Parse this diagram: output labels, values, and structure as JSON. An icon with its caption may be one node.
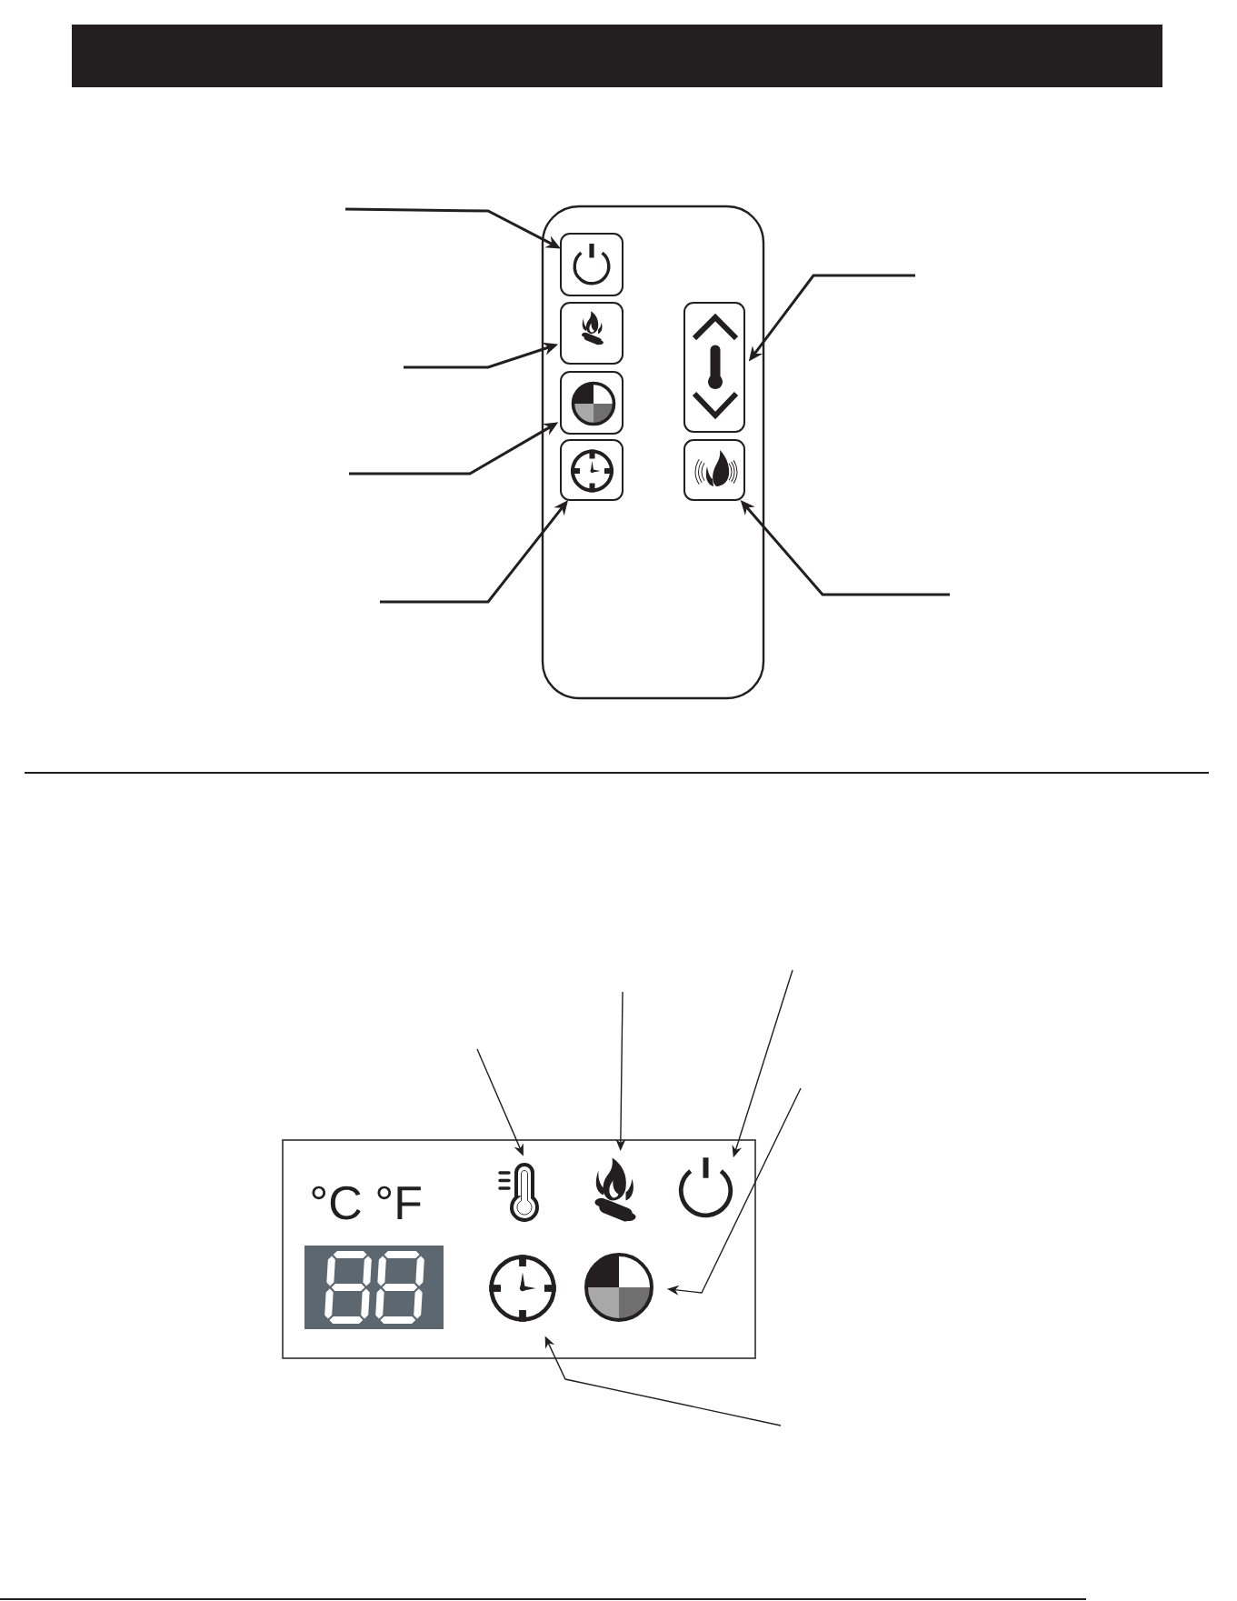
{
  "diagram": {
    "nodes": [
      {
        "text": [],
        "shape": "box"
      },
      {
        "text": [],
        "shape": "box",
        "in": 0
      },
      {
        "text": [],
        "shape": "box",
        "in": 0
      },
      {
        "text": [],
        "shape": "box",
        "in": 0
      },
      {
        "text": [],
        "shape": "box",
        "in": 0
      },
      {
        "text": [],
        "shape": "box",
        "in": 0
      },
      {
        "text": [],
        "shape": "box",
        "in": 0
      },
      {
        "text": [],
        "shape": "box"
      },
      {
        "text": [],
        "shape": "picture",
        "in": 7
      },
      {
        "text": [],
        "shape": "picture",
        "in": 7
      },
      {
        "text": [],
        "shape": "picture",
        "in": 7
      },
      {
        "text": [],
        "shape": "picture",
        "in": 7
      },
      {
        "text": [],
        "shape": "picture",
        "in": 7
      }
    ],
    "edges": [
      {
        "from": null,
        "to": 1,
        "arrow": "to"
      },
      {
        "from": null,
        "to": 2,
        "arrow": "to"
      },
      {
        "from": null,
        "to": 3,
        "arrow": "to"
      },
      {
        "from": null,
        "to": 4,
        "arrow": "to"
      },
      {
        "from": null,
        "to": 5,
        "arrow": "to"
      },
      {
        "from": null,
        "to": 6,
        "arrow": "to"
      },
      {
        "from": null,
        "to": 8,
        "arrow": "to"
      },
      {
        "from": null,
        "to": 9,
        "arrow": "to"
      },
      {
        "from": null,
        "to": 10,
        "arrow": "to"
      },
      {
        "from": null,
        "to": 12,
        "arrow": "to"
      },
      {
        "from": null,
        "to": 11,
        "arrow": "to"
      }
    ],
    "labels": [
      "°C",
      "°F"
    ]
  }
}
